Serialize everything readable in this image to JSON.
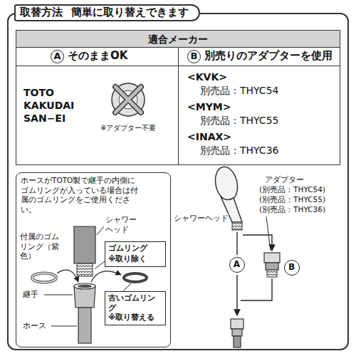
{
  "diagram": {
    "nodes": [
      {
        "text": [
          "取替方法",
          "簡単に取り替えできます"
        ]
      },
      {
        "text": [
          "適合メーカー"
        ],
        "in": 0
      },
      {
        "text": [
          "A",
          "そのままOK"
        ],
        "in": 1
      },
      {
        "text": [
          "B",
          "別売りのアダプターを使用"
        ],
        "in": 1
      },
      {
        "text": [
          "TOTO KAKUDAI SAN−EI",
          "※アダプター不要"
        ],
        "in": 1
      },
      {
        "text": [
          "<KVK>",
          "別売品：THYC54",
          "<MYM>",
          "別売品：THYC55",
          "<INAX>",
          "別売品：THYC36"
        ],
        "in": 1
      },
      {
        "text": [
          "ホースがTOTO製で継手の内側にゴムリングが入っている場合は付属のゴムリングをご使用ください。"
        ],
        "in": 0
      },
      {
        "text": [
          "ゴムリング",
          "※取り除く"
        ],
        "in": 6
      },
      {
        "text": [
          "古いゴムリング",
          "※取り替える"
        ],
        "in": 6
      },
      {
        "text": [
          "A"
        ],
        "in": 0
      },
      {
        "text": [
          "B"
        ],
        "in": 0
      }
    ],
    "labels": [
      "シャワーヘッド",
      "付属のゴムリング（紫色）",
      "継手",
      "ホース",
      "シャワーヘッド",
      "アダプター",
      "(別売品：THYC54)",
      "(別売品：THYC55)",
      "(別売品：THYC36)"
    ]
  }
}
